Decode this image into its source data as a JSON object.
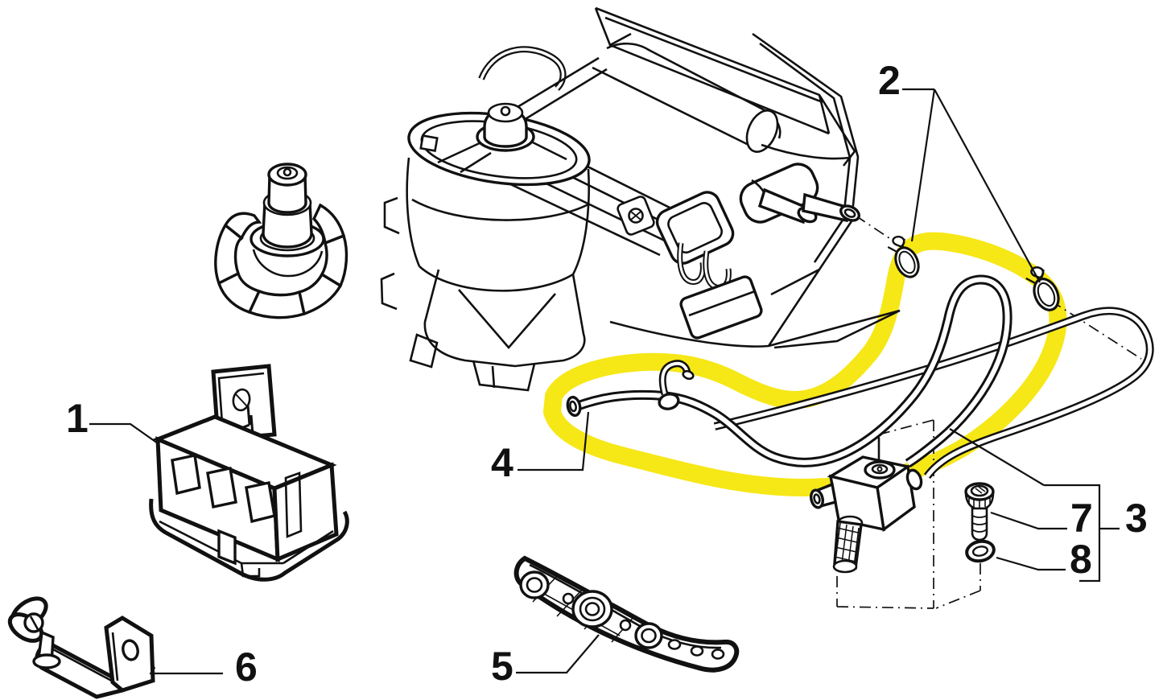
{
  "figure": {
    "kind": "exploded-parts-diagram",
    "background_color": "#ffffff",
    "line_color": "#111111",
    "highlight_color": "#f6e717",
    "highlighted_callout": "4"
  },
  "callouts": [
    {
      "id": "part-1",
      "label": "1"
    },
    {
      "id": "part-2",
      "label": "2"
    },
    {
      "id": "part-3",
      "label": "3"
    },
    {
      "id": "part-4",
      "label": "4"
    },
    {
      "id": "part-5",
      "label": "5"
    },
    {
      "id": "part-6",
      "label": "6"
    },
    {
      "id": "part-7",
      "label": "7"
    },
    {
      "id": "part-8",
      "label": "8"
    }
  ],
  "grouping": {
    "bracket_groups_callouts": [
      "7",
      "8"
    ],
    "bracket_points_to": "3"
  }
}
